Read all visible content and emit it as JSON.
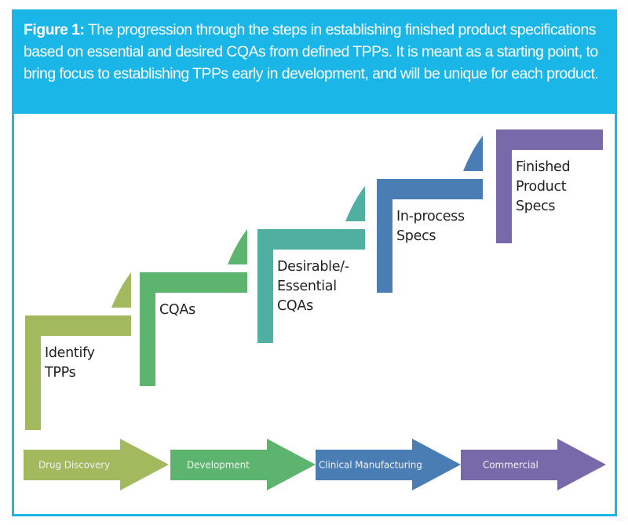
{
  "caption": {
    "label": "Figure 1:",
    "text": "The progression through the steps in establishing finished product specifications based on essential and desired CQAs from defined TPPs. It is meant as a starting point, to bring focus to establishing TPPs early in development, and will be unique for each product."
  },
  "steps": [
    {
      "lines": [
        "Identify",
        "TPPs"
      ],
      "color": "#a2b95e"
    },
    {
      "lines": [
        "CQAs"
      ],
      "color": "#5db46e"
    },
    {
      "lines": [
        "Desirable/-",
        "Essential",
        "CQAs"
      ],
      "color": "#4fb0a2"
    },
    {
      "lines": [
        "In-process",
        "Specs"
      ],
      "color": "#4a7db4"
    },
    {
      "lines": [
        "Finished",
        "Product",
        "Specs"
      ],
      "color": "#7869aa"
    }
  ],
  "phases": [
    {
      "label": "Drug Discovery",
      "color": "#a2b95e"
    },
    {
      "label": "Development",
      "color": "#5db46e"
    },
    {
      "label": "Clinical Manufacturing",
      "color": "#4a7db4"
    },
    {
      "label": "Commercial",
      "color": "#7869aa"
    }
  ],
  "colors": {
    "frame": "#1ab6e8",
    "label_text": "#231f20"
  }
}
